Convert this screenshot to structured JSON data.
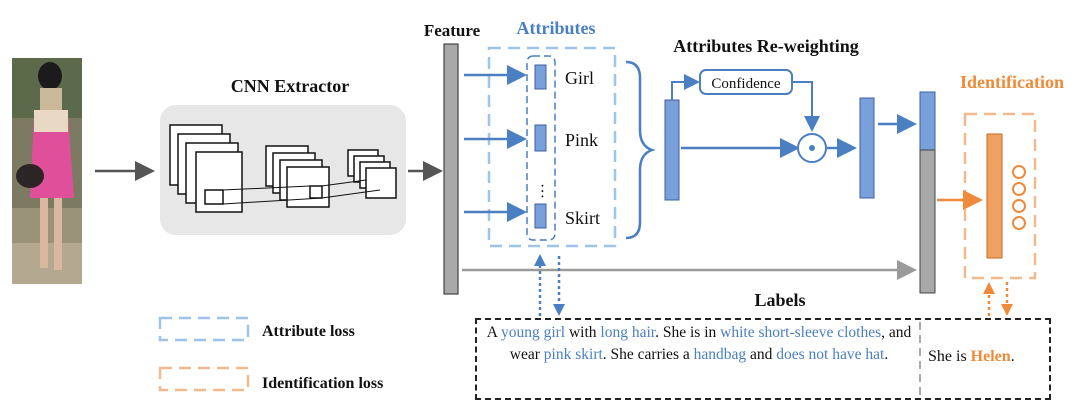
{
  "labels": {
    "cnn_extractor": "CNN Extractor",
    "feature": "Feature",
    "attributes": "Attributes",
    "reweighting": "Attributes Re-weighting",
    "identification": "Identification",
    "confidence": "Confidence",
    "labels": "Labels",
    "attribute_loss": "Attribute loss",
    "identification_loss": "Identification loss"
  },
  "attribute_items": [
    "Girl",
    "Pink",
    "···",
    "Skirt"
  ],
  "description": {
    "segments": [
      {
        "t": "A ",
        "kw": false
      },
      {
        "t": "young girl",
        "kw": true
      },
      {
        "t": " with ",
        "kw": false
      },
      {
        "t": "long hair",
        "kw": true
      },
      {
        "t": ". She is in ",
        "kw": false
      },
      {
        "t": "white short-sleeve clothes",
        "kw": true
      },
      {
        "t": ",  and wear ",
        "kw": false
      },
      {
        "t": "pink skirt",
        "kw": true
      },
      {
        "t": ". She carries a ",
        "kw": false
      },
      {
        "t": "handbag",
        "kw": true
      },
      {
        "t": " and ",
        "kw": false
      },
      {
        "t": "does not have hat",
        "kw": true
      },
      {
        "t": ".",
        "kw": false
      }
    ]
  },
  "identity": {
    "prefix": "She is ",
    "name": "Helen",
    "suffix": "."
  },
  "colors": {
    "attribute_blue": "#4a7fc1",
    "bar_blue": "#7aa0dc",
    "identification_orange": "#ef8a3a",
    "feature_gray": "#a8a8a8",
    "attr_loss_dash": "#9ec4ea",
    "id_loss_dash": "#f2b98f"
  }
}
